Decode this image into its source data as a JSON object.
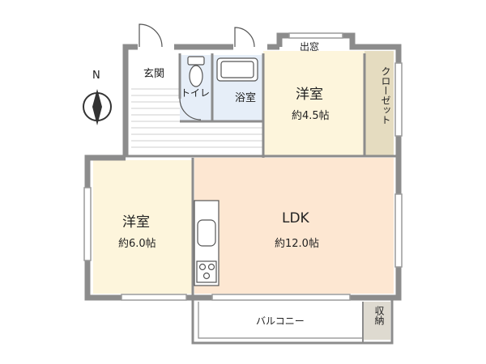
{
  "compass": {
    "north_label": "N"
  },
  "rooms": {
    "genkan": {
      "label": "玄関"
    },
    "toilet": {
      "label": "トイレ"
    },
    "bath": {
      "label": "浴室"
    },
    "western1": {
      "label": "洋室",
      "size": "約4.5帖"
    },
    "closet": {
      "label": "クローゼット"
    },
    "western2": {
      "label": "洋室",
      "size": "約6.0帖"
    },
    "ldk": {
      "label": "LDK",
      "size": "約12.0帖"
    },
    "balcony": {
      "label": "バルコニー"
    },
    "storage": {
      "label": "収納"
    },
    "bay_window": {
      "label": "出窓"
    }
  },
  "colors": {
    "wall": "#8c8c8c",
    "floor_western": "#fdf5dc",
    "floor_ldk": "#fde7d2",
    "floor_wet": "#e6eef8",
    "closet": "#e5dcc0",
    "storage": "#dedad0"
  }
}
